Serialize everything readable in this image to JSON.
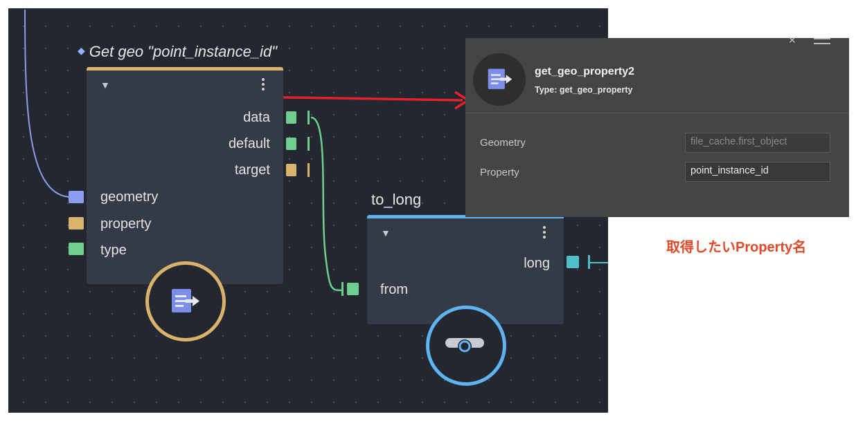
{
  "graph": {
    "get_geo_node": {
      "title": "Get geo \"point_instance_id\"",
      "outputs": [
        "data",
        "default",
        "target"
      ],
      "inputs": [
        "geometry",
        "property",
        "type"
      ],
      "accent": "#d9b36b"
    },
    "to_long_node": {
      "title": "to_long",
      "output": "long",
      "input": "from",
      "accent": "#5fb4f0"
    }
  },
  "panel": {
    "node_name": "get_geo_property2",
    "node_type": "Type: get_geo_property",
    "fields": [
      {
        "label": "Geometry",
        "value": "file_cache.first_object"
      },
      {
        "label": "Property",
        "value": "point_instance_id"
      }
    ]
  },
  "annotation": {
    "text": "取得したいProperty名",
    "color": "#e14a28"
  },
  "port_colors": {
    "geometry": "#8c9cf0",
    "property": "#d9b36b",
    "type": "#6fcf8f",
    "data": "#6fcf8f",
    "default": "#6fcf8f",
    "target": "#d9b36b",
    "long": "#4fc0c8"
  }
}
